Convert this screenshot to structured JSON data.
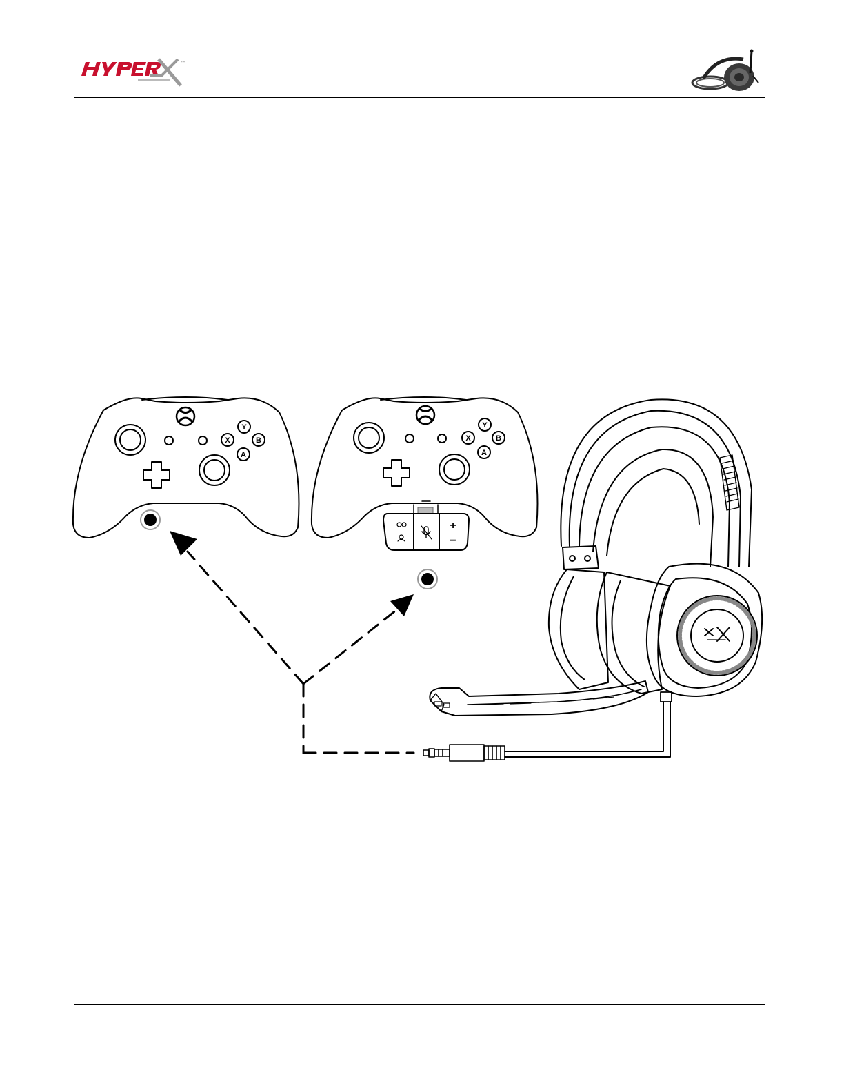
{
  "header": {
    "brand_wordmark": "HYPERX",
    "brand_color": "#c8102e",
    "headset_icon": "headset-icon"
  },
  "figure": {
    "controller_left": {
      "buttons": {
        "y": "Y",
        "x": "X",
        "b": "B",
        "a": "A"
      },
      "icon": "xbox-logo-icon"
    },
    "controller_right": {
      "buttons": {
        "y": "Y",
        "x": "X",
        "b": "B",
        "a": "A"
      },
      "icon": "xbox-logo-icon",
      "adapter_labels": {
        "plus": "+",
        "minus": "−"
      }
    },
    "connector_icon": "3.5mm-plug-icon",
    "arrow_style": "dashed"
  }
}
